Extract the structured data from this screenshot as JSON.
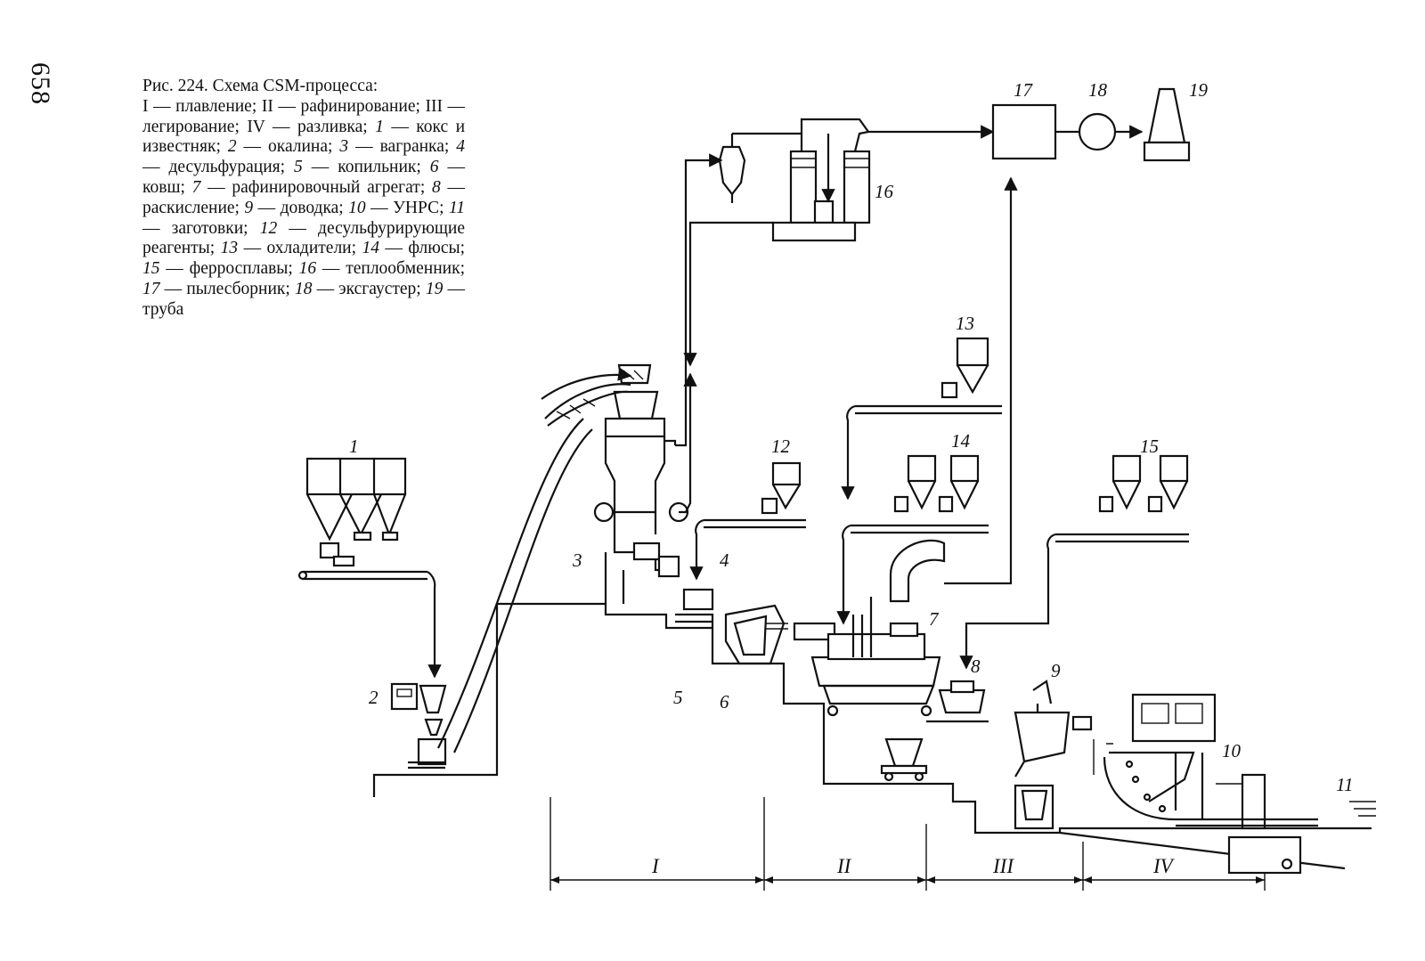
{
  "page": {
    "number": "658"
  },
  "caption": {
    "title": "Рис. 224. Схема CSM-процесса:",
    "stages": [
      {
        "roman": "I",
        "text": "плавление"
      },
      {
        "roman": "II",
        "text": "рафинирование"
      },
      {
        "roman": "III",
        "text": "легирование"
      },
      {
        "roman": "IV",
        "text": "разливка"
      }
    ],
    "items": [
      {
        "num": "1",
        "text": "кокс и известняк"
      },
      {
        "num": "2",
        "text": "окалина"
      },
      {
        "num": "3",
        "text": "вагранка"
      },
      {
        "num": "4",
        "text": "десульфурация"
      },
      {
        "num": "5",
        "text": "копильник"
      },
      {
        "num": "6",
        "text": "ковш"
      },
      {
        "num": "7",
        "text": "рафинировочный агрегат"
      },
      {
        "num": "8",
        "text": "раскисление"
      },
      {
        "num": "9",
        "text": "доводка"
      },
      {
        "num": "10",
        "text": "УНРС"
      },
      {
        "num": "11",
        "text": "заготовки"
      },
      {
        "num": "12",
        "text": "десульфурирующие реагенты"
      },
      {
        "num": "13",
        "text": "охладители"
      },
      {
        "num": "14",
        "text": "флюсы"
      },
      {
        "num": "15",
        "text": "ферросплавы"
      },
      {
        "num": "16",
        "text": "теплообменник"
      },
      {
        "num": "17",
        "text": "пылесборник"
      },
      {
        "num": "18",
        "text": "эксгаустер"
      },
      {
        "num": "19",
        "text": "труба"
      }
    ]
  },
  "diagram": {
    "labels": [
      "1",
      "2",
      "3",
      "4",
      "5",
      "6",
      "7",
      "8",
      "9",
      "10",
      "11",
      "12",
      "13",
      "14",
      "15",
      "16",
      "17",
      "18",
      "19"
    ],
    "stage_labels": [
      "I",
      "II",
      "III",
      "IV"
    ]
  }
}
